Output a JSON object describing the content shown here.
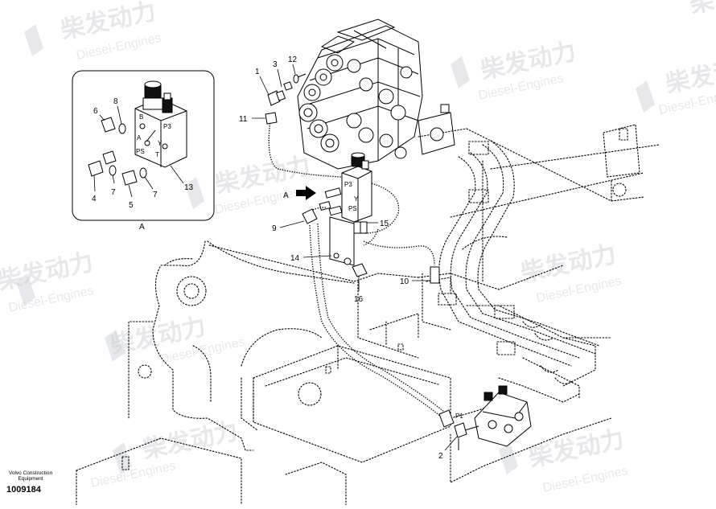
{
  "watermark": {
    "cn": "柴发动力",
    "en": "Diesel-Engines"
  },
  "inset": {
    "view_label": "A",
    "port_labels": [
      "B",
      "P3",
      "A",
      "Y",
      "PS",
      "T"
    ],
    "callouts": [
      "6",
      "8",
      "4",
      "7",
      "5",
      "7",
      "13"
    ]
  },
  "main": {
    "view_arrow_label": "A",
    "valve_port_labels": [
      "P3",
      "Y",
      "PS"
    ],
    "pilot_port_label": "P1",
    "callouts": [
      "1",
      "3",
      "12",
      "11",
      "9",
      "14",
      "15",
      "10",
      "16",
      "2"
    ]
  },
  "footer": {
    "brand_line1": "Volvo Construction",
    "brand_line2": "Equipment",
    "doc_number": "1009184"
  }
}
